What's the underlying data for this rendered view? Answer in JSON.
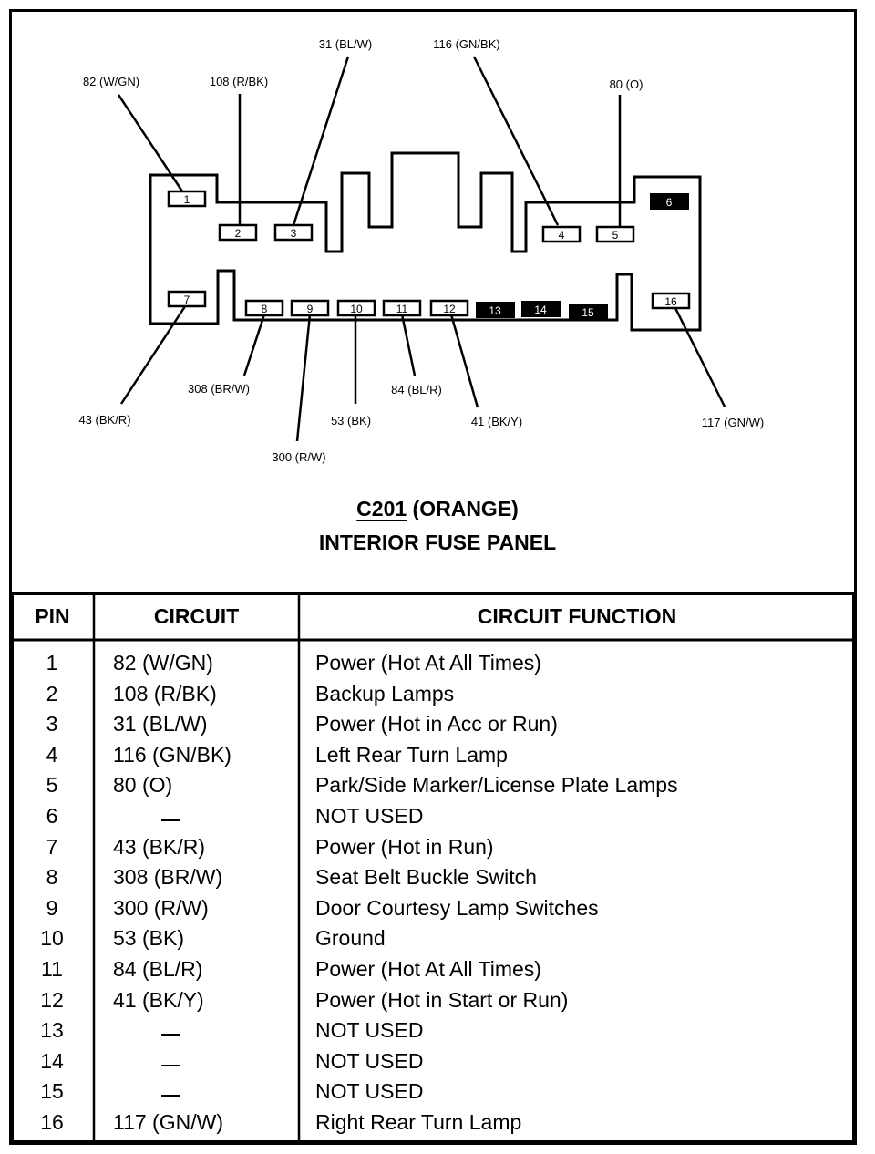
{
  "connector": {
    "id": "C201",
    "color_label": "(ORANGE)",
    "location": "INTERIOR FUSE PANEL"
  },
  "callouts": [
    {
      "pin": "1",
      "label": "82 (W/GN)"
    },
    {
      "pin": "2",
      "label": "108 (R/BK)"
    },
    {
      "pin": "3",
      "label": "31 (BL/W)"
    },
    {
      "pin": "4",
      "label": "116 (GN/BK)"
    },
    {
      "pin": "5",
      "label": "80 (O)"
    },
    {
      "pin": "7",
      "label": "43 (BK/R)"
    },
    {
      "pin": "8",
      "label": "308 (BR/W)"
    },
    {
      "pin": "9",
      "label": "300 (R/W)"
    },
    {
      "pin": "10",
      "label": "53 (BK)"
    },
    {
      "pin": "11",
      "label": "84 (BL/R)"
    },
    {
      "pin": "12",
      "label": "41 (BK/Y)"
    },
    {
      "pin": "16",
      "label": "117 (GN/W)"
    }
  ],
  "pins": [
    "1",
    "2",
    "3",
    "4",
    "5",
    "6",
    "7",
    "8",
    "9",
    "10",
    "11",
    "12",
    "13",
    "14",
    "15",
    "16"
  ],
  "table": {
    "headers": {
      "pin": "PIN",
      "circuit": "CIRCUIT",
      "function": "CIRCUIT FUNCTION"
    },
    "rows": [
      {
        "pin": "1",
        "circuit": "82 (W/GN)",
        "function": "Power (Hot  At All Times)"
      },
      {
        "pin": "2",
        "circuit": "108 (R/BK)",
        "function": "Backup Lamps"
      },
      {
        "pin": "3",
        "circuit": "31 (BL/W)",
        "function": "Power (Hot in Acc or Run)"
      },
      {
        "pin": "4",
        "circuit": "116 (GN/BK)",
        "function": "Left Rear Turn Lamp"
      },
      {
        "pin": "5",
        "circuit": "80 (O)",
        "function": "Park/Side Marker/License Plate Lamps"
      },
      {
        "pin": "6",
        "circuit": "",
        "function": "NOT USED"
      },
      {
        "pin": "7",
        "circuit": "43 (BK/R)",
        "function": "Power (Hot in Run)"
      },
      {
        "pin": "8",
        "circuit": "308 (BR/W)",
        "function": "Seat Belt Buckle Switch"
      },
      {
        "pin": "9",
        "circuit": "300 (R/W)",
        "function": "Door Courtesy Lamp Switches"
      },
      {
        "pin": "10",
        "circuit": "53 (BK)",
        "function": "Ground"
      },
      {
        "pin": "11",
        "circuit": "84 (BL/R)",
        "function": "Power (Hot At All Times)"
      },
      {
        "pin": "12",
        "circuit": "41 (BK/Y)",
        "function": "Power (Hot in Start or Run)"
      },
      {
        "pin": "13",
        "circuit": "",
        "function": "NOT USED"
      },
      {
        "pin": "14",
        "circuit": "",
        "function": "NOT USED"
      },
      {
        "pin": "15",
        "circuit": "",
        "function": "NOT USED"
      },
      {
        "pin": "16",
        "circuit": "117 (GN/W)",
        "function": "Right Rear Turn Lamp"
      }
    ]
  }
}
